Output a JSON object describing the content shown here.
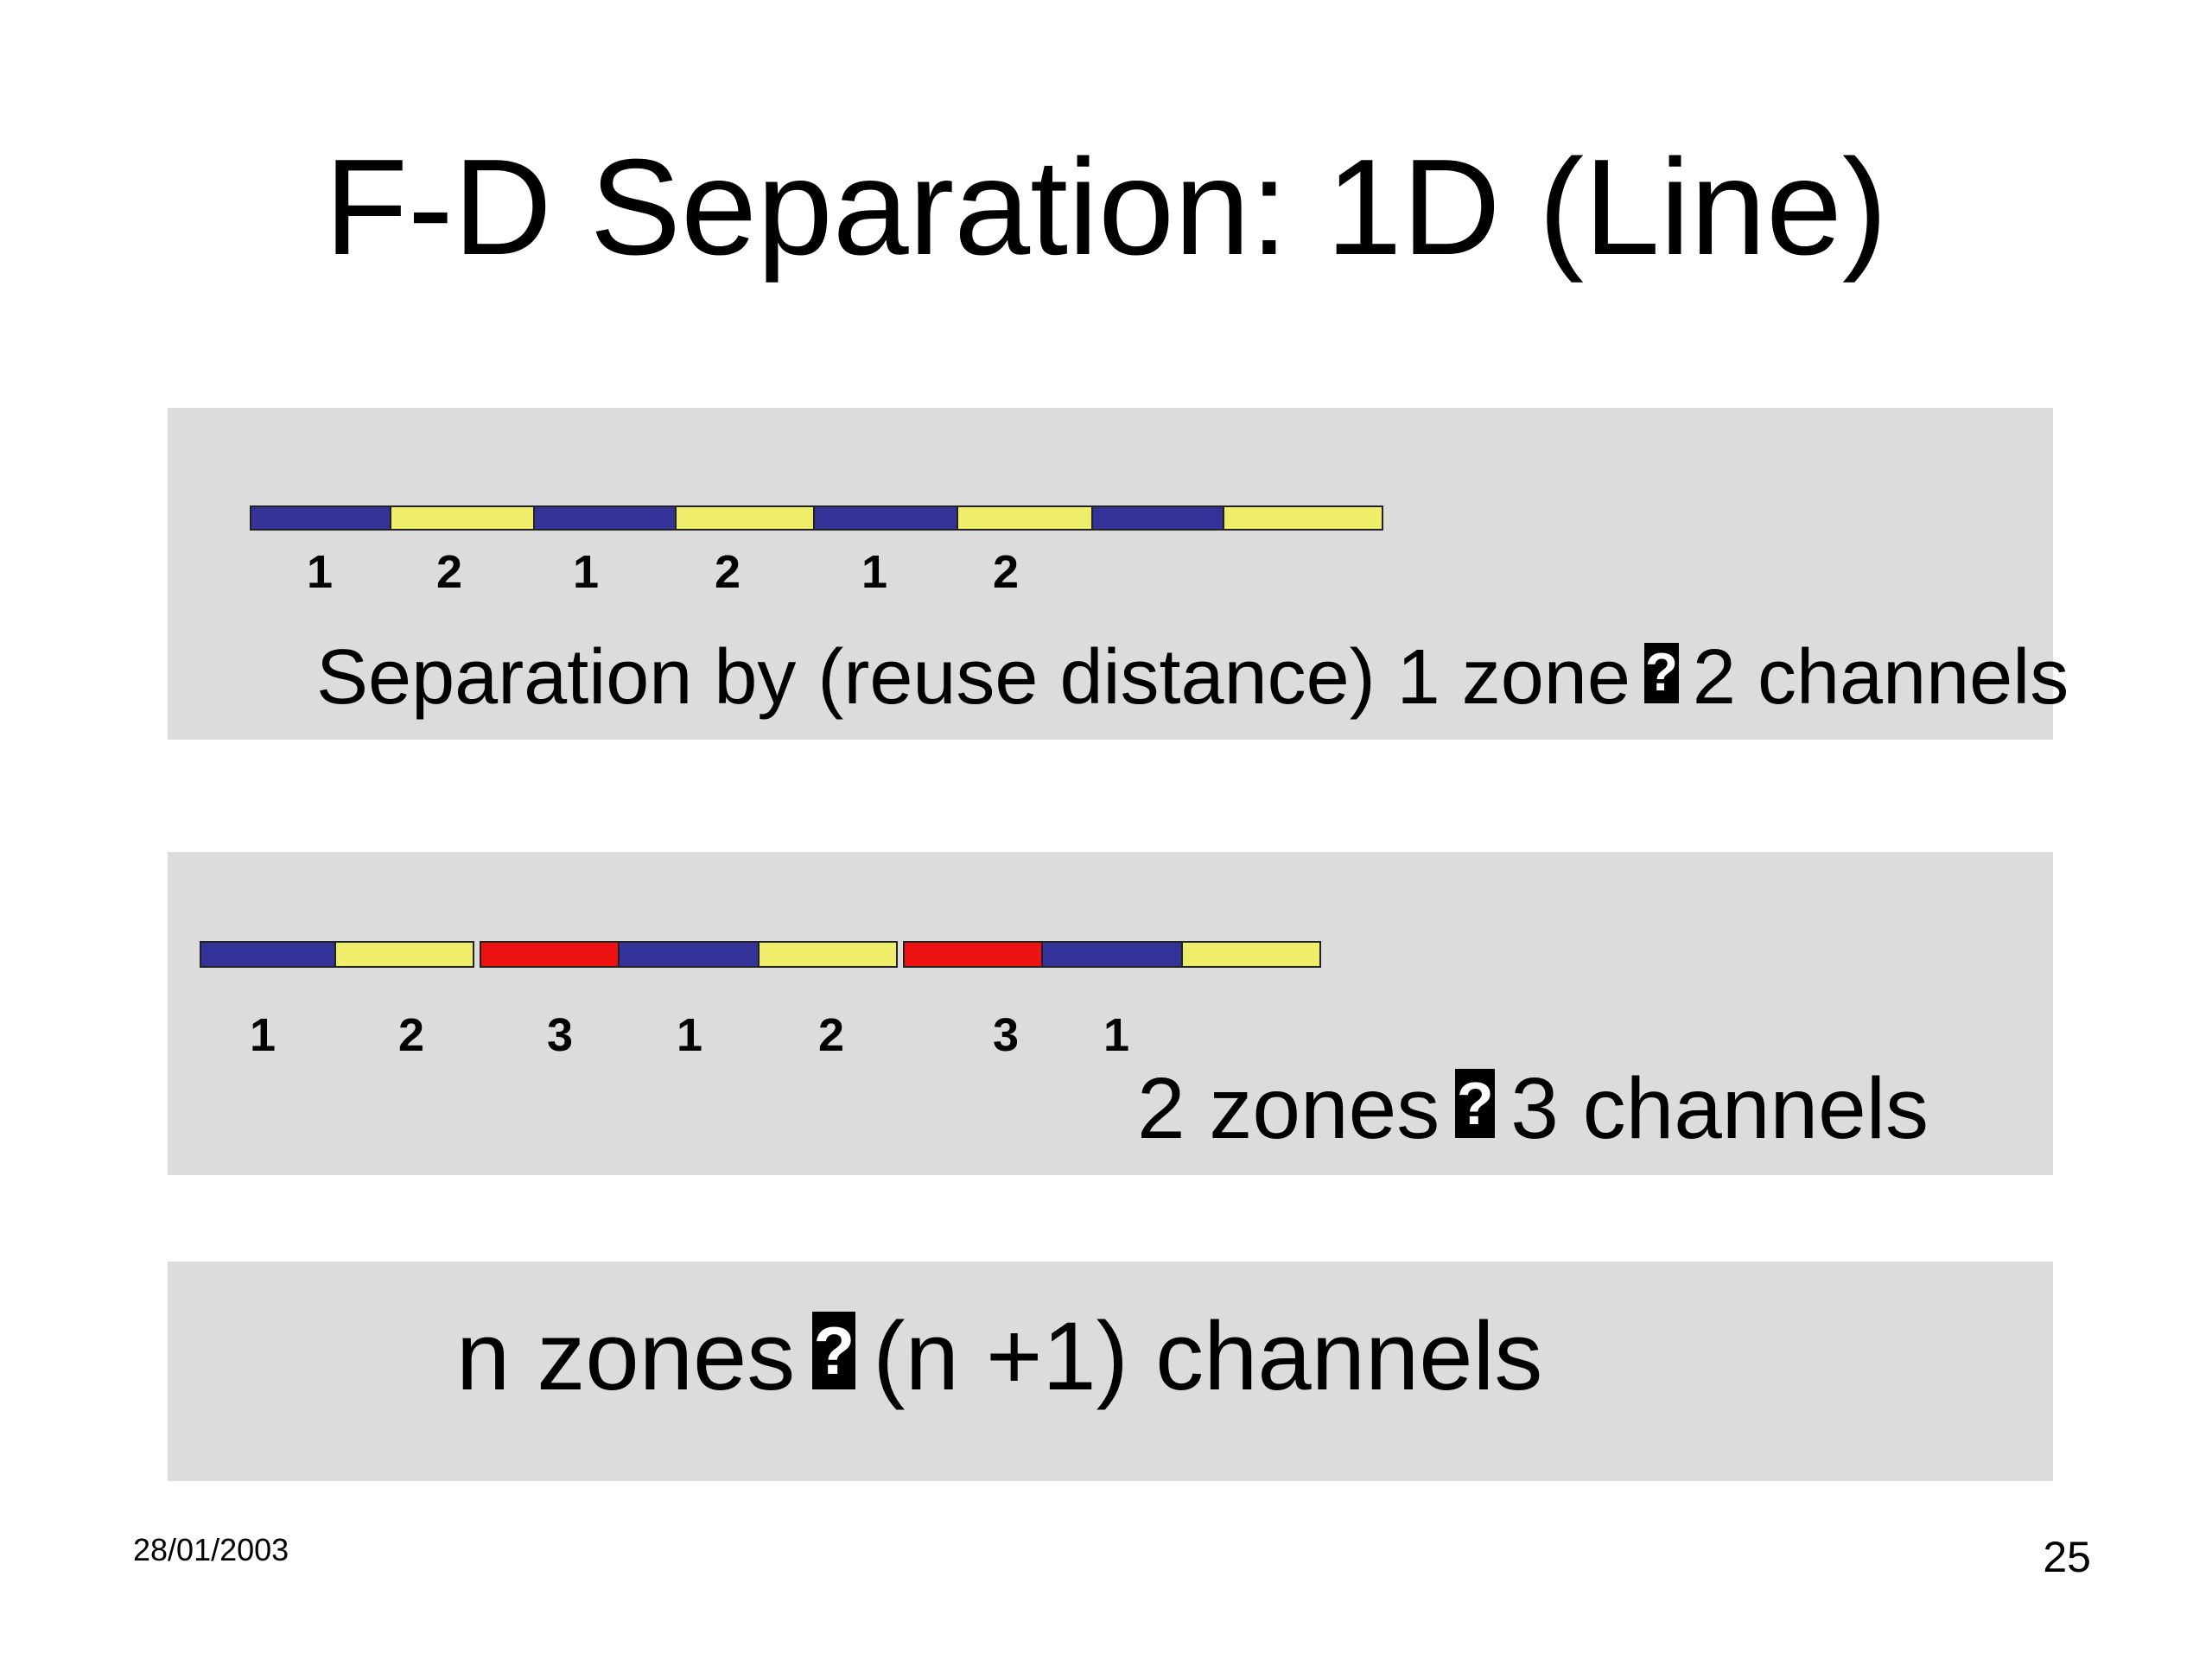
{
  "title": "F-D Separation: 1D (Line)",
  "colors": {
    "channel_1": "#33339a",
    "channel_2": "#eeee6a",
    "channel_3": "#ee1111",
    "panel_bg": "#dcdcdc"
  },
  "panels": [
    {
      "segments": [
        1,
        2,
        1,
        2,
        1,
        2,
        1,
        2
      ],
      "labels": [
        "1",
        "2",
        "1",
        "2",
        "1",
        "2"
      ],
      "caption_before": "Separation by (reuse distance) 1 zone",
      "caption_after": "2 channels"
    },
    {
      "segments": [
        1,
        2,
        3,
        1,
        2,
        3,
        1,
        2
      ],
      "labels": [
        "1",
        "2",
        "3",
        "1",
        "2",
        "3",
        "1"
      ],
      "caption_before": "2 zones",
      "caption_after": "3 channels"
    },
    {
      "caption_before": "n zones",
      "caption_after": "(n +1) channels"
    }
  ],
  "footer": {
    "date": "28/01/2003",
    "page": "25"
  }
}
